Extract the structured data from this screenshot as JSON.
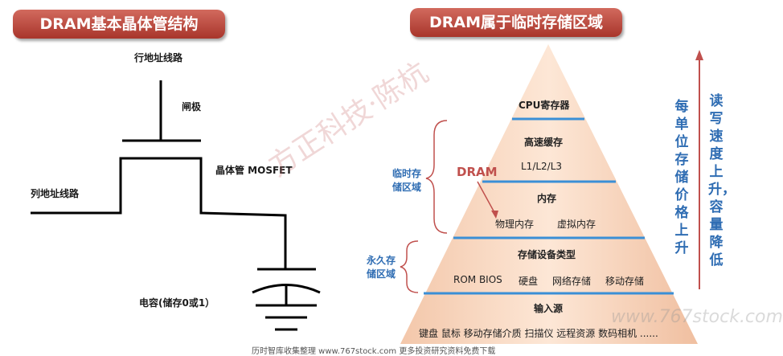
{
  "left": {
    "banner": "DRAM基本晶体管结构",
    "row_address_line": "行地址线路",
    "gate": "闸极",
    "transistor": "晶体管 MOSFET",
    "column_address_line": "列地址线路",
    "capacitor": "电容(储存0或1）"
  },
  "right": {
    "banner": "DRAM属于临时存储区域",
    "levels": {
      "cpu": "CPU寄存器",
      "cache": "高速缓存",
      "cache_sub": "L1/L2/L3",
      "memory": "内存",
      "memory_physical": "物理内存",
      "memory_virtual": "虚拟内存",
      "storage": "存储设备类型",
      "storage_items": [
        "ROM BIOS",
        "硬盘",
        "网络存储",
        "移动存储"
      ],
      "input": "输入源",
      "input_items": "键盘  鼠标  移动存储介质  扫描仪  远程资源  数码相机  ......"
    },
    "dram_tag": "DRAM",
    "temp_region": "临时存储区域",
    "perm_region": "永久存储区域",
    "price_rise": "每单位存储价格上升",
    "speed_rise": "读写速度上升，容量降低"
  },
  "watermark": "方正科技·陈杭",
  "site_watermark": "www.767stock.com",
  "footer": "历时智库收集整理  www.767stock.com  更多投资研究资料免费下载",
  "colors": {
    "banner": "#b8433a",
    "accent_blue": "#2f6db3",
    "dram_red": "#c0504d"
  }
}
